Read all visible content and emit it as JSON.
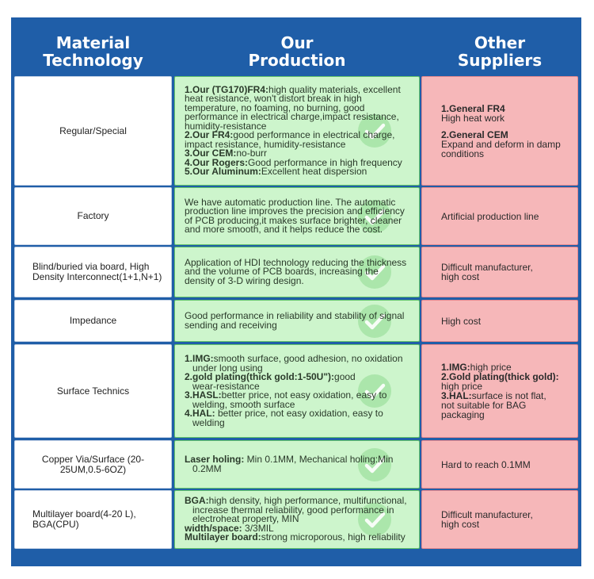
{
  "headers": {
    "material": "Material\nTechnology",
    "ours": "Our\nProduction",
    "others": "Other\nSuppliers"
  },
  "rows": [
    {
      "material": "Regular/Special",
      "ours": [
        {
          "b": "1.Our (TG170)FR4:",
          "t": "high quality materials, excellent"
        },
        {
          "t": "heat resistance, won't distort break in high"
        },
        {
          "t": "temperature, no foaming, no burning, good"
        },
        {
          "t": "performance in electrical charge,impact resistance,"
        },
        {
          "t": "humidity-resistance"
        },
        {
          "b": "2.Our FR4:",
          "t": "good performance in electrical charge,"
        },
        {
          "t": "impact resistance, humidity-resistance"
        },
        {
          "b": "3.Our CEM:",
          "t": "no-burr"
        },
        {
          "b": "4.Our Rogers:",
          "t": "Good performance in high frequency"
        },
        {
          "b": "5.Our Aluminum:",
          "t": "Excellent heat dispersion"
        }
      ],
      "others": [
        {
          "b": "1.General FR4"
        },
        {
          "t": "High heat work"
        },
        {
          "gap": true
        },
        {
          "b": "2.General CEM"
        },
        {
          "t": "Expand and deform in damp"
        },
        {
          "t": "conditions"
        }
      ]
    },
    {
      "material": "Factory",
      "ours": [
        {
          "t": "We have automatic production line. The automatic"
        },
        {
          "t": "production line improves the precision and efficiency"
        },
        {
          "t": "of PCB producing,it makes surface brighter, cleaner"
        },
        {
          "t": "and more smooth, and it helps reduce the cost."
        }
      ],
      "others": [
        {
          "t": "Artificial production line"
        }
      ]
    },
    {
      "material": "Blind/buried via board, High Density Interconnect(1+1,N+1)",
      "ours": [
        {
          "t": "Application of HDI technology reducing the thickness"
        },
        {
          "t": "and the volume of PCB boards, increasing the"
        },
        {
          "t": "density of 3-D wiring design."
        }
      ],
      "others": [
        {
          "t": "Difficult manufacturer,"
        },
        {
          "t": "high cost"
        }
      ]
    },
    {
      "material": "Impedance",
      "ours": [
        {
          "t": "Good performance in reliability and stability of signal"
        },
        {
          "t": "sending and receiving"
        }
      ],
      "others": [
        {
          "t": "High cost"
        }
      ]
    },
    {
      "material": "Surface Technics",
      "ours": [
        {
          "b": "1.IMG:",
          "t": "smooth surface, good adhesion, no oxidation"
        },
        {
          "t": "under long using",
          "ind": true
        },
        {
          "b": "2.gold plating(thick gold:1-50U\"):",
          "t": "good"
        },
        {
          "t": "wear-resistance",
          "ind": true
        },
        {
          "b": "3.HASL:",
          "t": "better price, not easy oxidation, easy to"
        },
        {
          "t": "welding, smooth surface",
          "ind": true
        },
        {
          "b": "4.HAL:",
          "t": " better price, not easy oxidation, easy to"
        },
        {
          "t": "welding",
          "ind": true
        }
      ],
      "others": [
        {
          "b": "1.IMG:",
          "t": "high price"
        },
        {
          "b": "2.Gold plating(thick gold):"
        },
        {
          "t": "high price"
        },
        {
          "b": "3.HAL:",
          "t": "surface is not flat,"
        },
        {
          "t": "not suitable for BAG"
        },
        {
          "t": "packaging"
        }
      ]
    },
    {
      "material": "Copper Via/Surface (20-25UM,0.5-6OZ)",
      "ours": [
        {
          "b": "Laser holing:",
          "t": " Min 0.1MM, Mechanical holing:Min"
        },
        {
          "t": "0.2MM",
          "ind": true
        }
      ],
      "others": [
        {
          "t": "Hard to reach 0.1MM"
        }
      ]
    },
    {
      "material": "Multilayer board(4-20 L), BGA(CPU)",
      "ours": [
        {
          "b": "BGA:",
          "t": "high density, high performance, multifunctional,"
        },
        {
          "t": "increase thermal reliability, good performance in",
          "ind": true
        },
        {
          "t": "electroheat property, MIN",
          "ind": true
        },
        {
          "b": "width/space:",
          "t": " 3/3MIL"
        },
        {
          "b": "Multilayer board:",
          "t": "strong microporous, high reliability"
        }
      ],
      "others": [
        {
          "t": "Difficult manufacturer,"
        },
        {
          "t": "high cost"
        }
      ]
    }
  ],
  "colors": {
    "frame": "#1f5ea8",
    "ours_bg": "#cdf5cc",
    "others_bg": "#f6b7b9",
    "check": "#8fd98f"
  },
  "icons": {
    "ours_row": "checkmark-icon"
  }
}
